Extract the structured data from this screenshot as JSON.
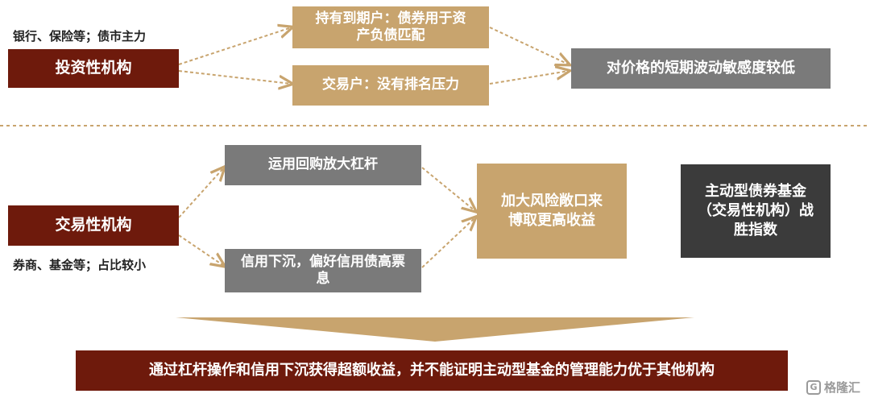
{
  "investment": {
    "label": "投资性机构",
    "note": "银行、保险等；债市主力",
    "hold_to_maturity": "持有到期户：债券用于资产负债匹配",
    "trading_account": "交易户：没有排名压力",
    "result": "对价格的短期波动敏感度较低"
  },
  "trading": {
    "label": "交易性机构",
    "note": "券商、基金等；占比较小",
    "leverage": "运用回购放大杠杆",
    "credit_sink": "信用下沉，偏好信用债高票息",
    "risk": "加大风险敞口来博取更高收益",
    "active_fund": "主动型债券基金（交易性机构）战胜指数"
  },
  "conclusion": "通过杠杆操作和信用下沉获得超额收益，并不能证明主动型基金的管理能力优于其他机构",
  "watermark": "格隆汇",
  "colors": {
    "dark_red": "#6e1a0c",
    "tan": "#c8a46e",
    "gray": "#7a7a7a",
    "charcoal": "#3b3b3b",
    "arrow": "#c8a46e"
  }
}
